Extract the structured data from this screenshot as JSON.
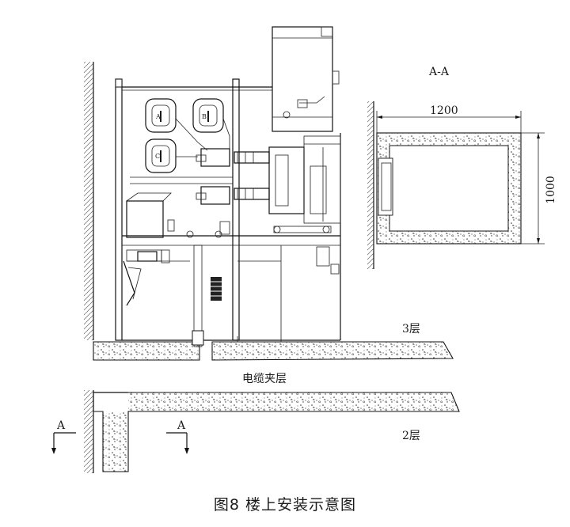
{
  "figure": {
    "section_label": "A-A",
    "dim_width": "1200",
    "dim_height": "1000",
    "floor_upper": "3层",
    "cable_interlayer": "电缆夹层",
    "floor_lower": "2层",
    "section_mark_left": "A",
    "section_mark_right": "A",
    "caption": "图8 楼上安装示意图",
    "breaker_labels": [
      "A",
      "B",
      "C"
    ]
  }
}
